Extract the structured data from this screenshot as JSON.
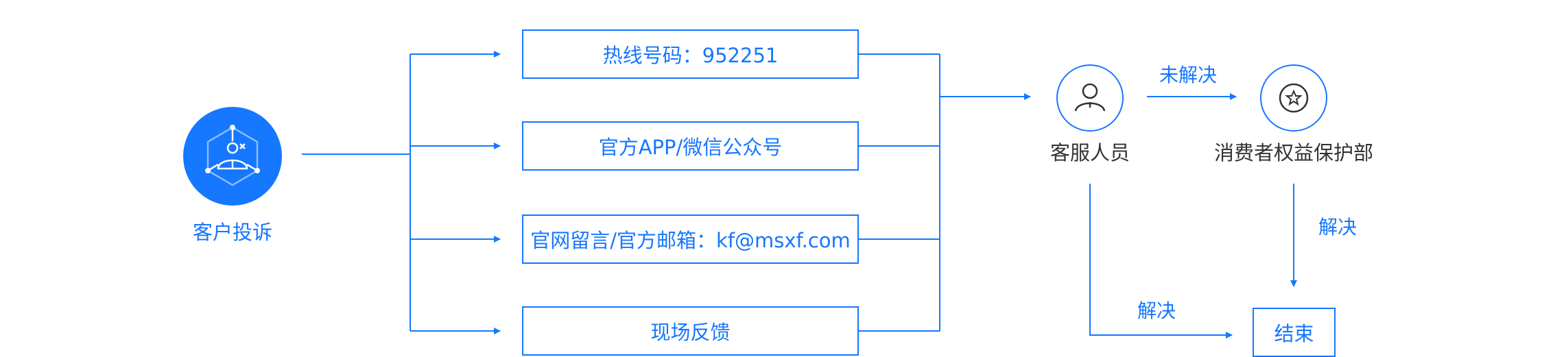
{
  "colors": {
    "accent": "#1677ff",
    "text_dark": "#333333",
    "background": "#ffffff"
  },
  "source": {
    "label": "客户投诉",
    "icon": "customer-complaint-icon"
  },
  "channels": [
    {
      "label": "热线号码：952251"
    },
    {
      "label": "官方APP/微信公众号"
    },
    {
      "label": "官网留言/官方邮箱：kf@msxf.com"
    },
    {
      "label": "现场反馈"
    }
  ],
  "nodes": {
    "service": {
      "label": "客服人员",
      "icon": "user-icon"
    },
    "protection": {
      "label": "消费者权益保护部",
      "icon": "star-icon"
    },
    "end": {
      "label": "结束"
    }
  },
  "edges": {
    "unresolved": "未解决",
    "resolved_from_protection": "解决",
    "resolved_from_service": "解决"
  }
}
